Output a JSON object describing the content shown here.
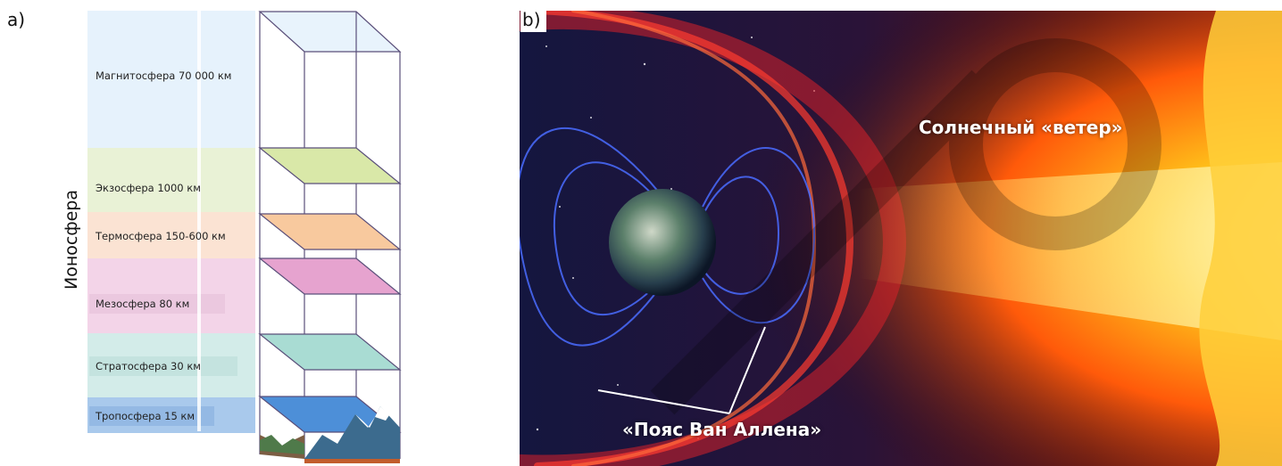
{
  "panel_a": {
    "label": "a)",
    "side_label": "Ионосфера",
    "layers": [
      {
        "name": "Магнитосфера 70 000 км",
        "color": "#e6f2fc"
      },
      {
        "name": "Экзосфера 1000 км",
        "color": "#e9f2d6"
      },
      {
        "name": "Термосфера 150-600 км",
        "color": "#fbe3d3"
      },
      {
        "name": "Мезосфера 80 км",
        "color": "#f3d4e8"
      },
      {
        "name": "Стратосфера 30 км",
        "color": "#d3ece9"
      },
      {
        "name": "Тропосфера 15 км",
        "color": "#a9c9ec"
      }
    ]
  },
  "panel_b": {
    "label": "b)",
    "solar_wind": "Солнечный «ветер»",
    "van_allen_belt": "«Пояс Ван Аллена»"
  }
}
